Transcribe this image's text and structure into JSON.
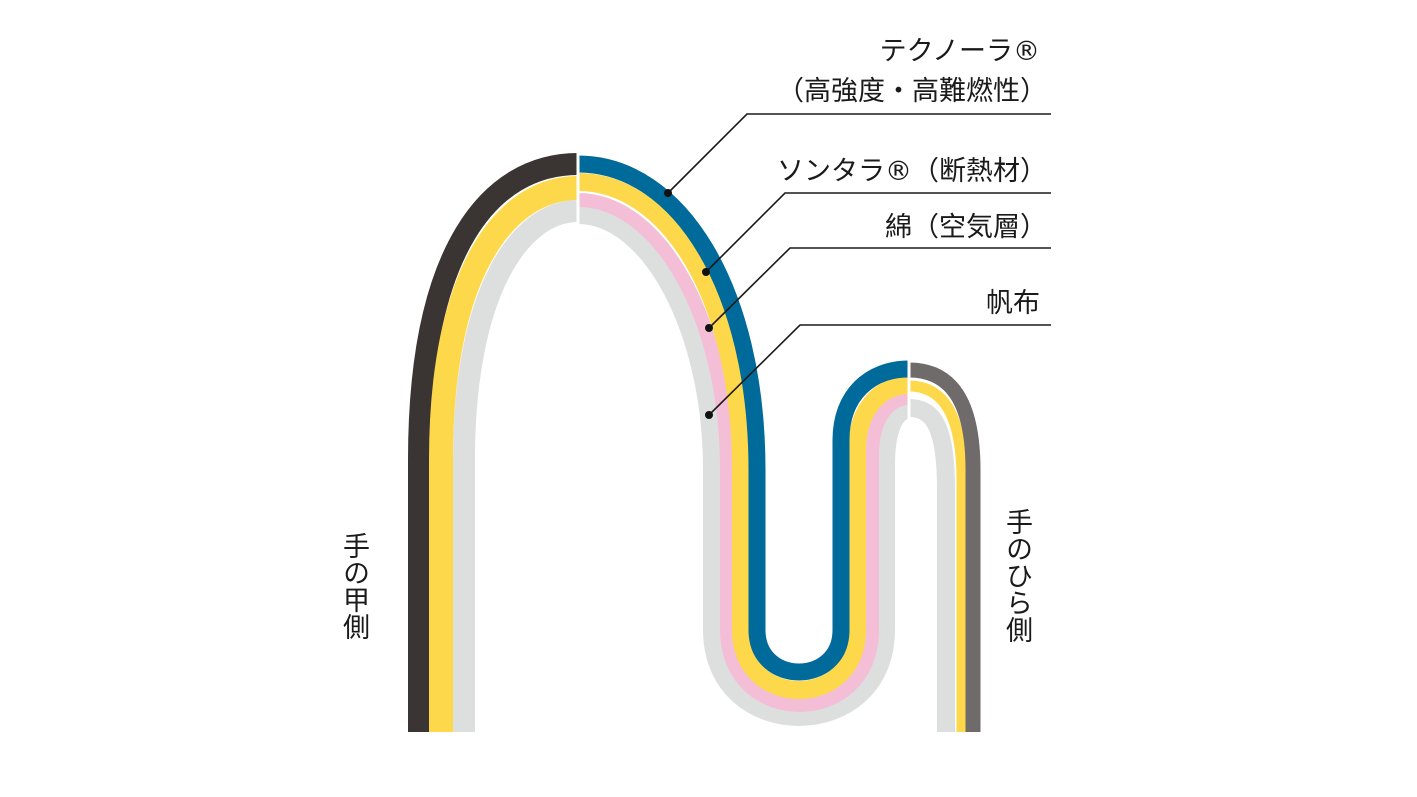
{
  "labels": {
    "tecnora_name": "テクノーラ®",
    "tecnora_desc": "（高強度・高難燃性）",
    "sontara": "ソンタラ®（断熱材）",
    "cotton": "綿（空気層）",
    "canvas": "帆布"
  },
  "sides": {
    "back": "手の甲側",
    "palm": "手のひら側"
  },
  "colors": {
    "back_outer": "#3a3433",
    "palm_outer": "#6f6b6b",
    "tecnora": "#006a9a",
    "sontara": "#fdd84a",
    "cotton": "#f4bfd6",
    "canvas": "#dddfde"
  }
}
